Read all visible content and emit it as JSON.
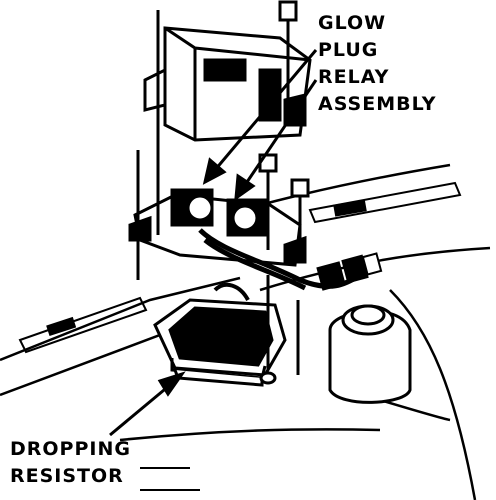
{
  "labels": {
    "glow_plug_relay": [
      "GLOW",
      "PLUG",
      "RELAY",
      "ASSEMBLY"
    ],
    "dropping_resistor": [
      "DROPPING",
      "RESISTOR"
    ]
  },
  "colors": {
    "ink": "#000000",
    "paper": "#ffffff"
  }
}
